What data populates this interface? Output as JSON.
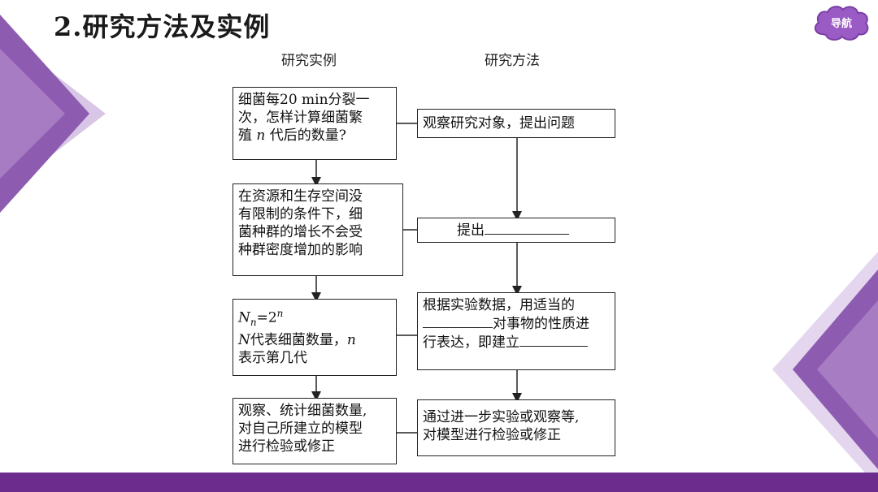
{
  "page": {
    "title": "2.研究方法及实例",
    "nav_label": "导航"
  },
  "headers": {
    "left": "研究实例",
    "right": "研究方法"
  },
  "left_boxes": [
    {
      "lines": [
        "细菌每20 min分裂一",
        "次，怎样计算细菌繁",
        "殖",
        "n",
        "代后的数量?"
      ]
    },
    {
      "lines": [
        "在资源和生存空间没",
        "有限制的条件下，细",
        "菌种群的增长不会受",
        "种群密度增加的影响"
      ]
    },
    {
      "lines": [
        "N",
        "n",
        "=2",
        "n",
        "N",
        "代表细菌数量，",
        "n",
        "表示第几代"
      ]
    },
    {
      "lines": [
        "观察、统计细菌数量,",
        "对自己所建立的模型",
        "进行检验或修正"
      ]
    }
  ],
  "right_boxes": [
    {
      "lines": [
        "观察研究对象，提出问题"
      ]
    },
    {
      "lines": [
        "提出"
      ]
    },
    {
      "lines": [
        "根据实验数据，用适当的",
        "对事物的性质进",
        "行表达，即建立"
      ]
    },
    {
      "lines": [
        "通过进一步实验或观察等,",
        "对模型进行检验或修正"
      ]
    }
  ],
  "colors": {
    "purple_dark": "#6c2c8e",
    "purple_mid": "#9b6bb5",
    "purple_light": "#d9c6e6",
    "nav_cloud": "#9a5cc4"
  }
}
